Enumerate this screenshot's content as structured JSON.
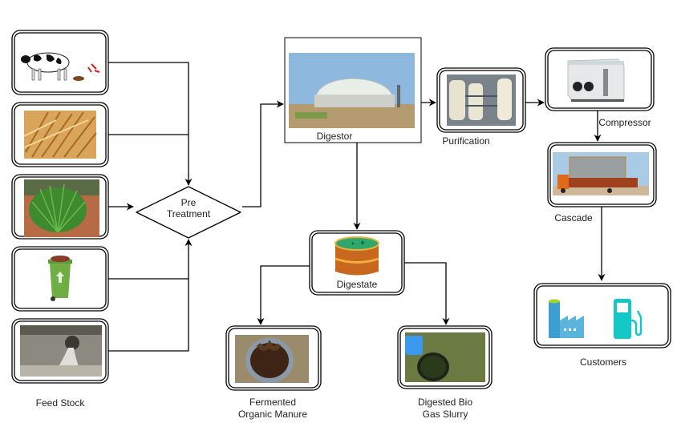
{
  "feedstock": {
    "label": "Feed Stock",
    "items": [
      {
        "name": "cow-dung",
        "icon": "cow-icon"
      },
      {
        "name": "crop-straw",
        "icon": "straw-image"
      },
      {
        "name": "napier-grass",
        "icon": "grass-image"
      },
      {
        "name": "organic-waste",
        "icon": "waste-bin-icon"
      },
      {
        "name": "sewage",
        "icon": "sewage-image"
      }
    ]
  },
  "pretreatment": {
    "line1": "Pre",
    "line2": "Treatment"
  },
  "digestor": {
    "label": "Digestor"
  },
  "purification": {
    "label": "Purification"
  },
  "compressor": {
    "label": "Compressor"
  },
  "cascade": {
    "label": "Cascade"
  },
  "customers": {
    "label": "Customers",
    "icons": [
      "factory-icon",
      "fuel-pump-icon"
    ]
  },
  "digestate": {
    "label": "Digestate"
  },
  "manure": {
    "line1": "Fermented",
    "line2": "Organic Manure"
  },
  "slurry": {
    "line1": "Digested Bio",
    "line2": "Gas Slurry"
  },
  "colors": {
    "factory": "#3d9fd0",
    "fuel_pump": "#14c8c8",
    "digestate_barrel": "#c8681e",
    "digestate_liquid": "#2ea86a"
  }
}
